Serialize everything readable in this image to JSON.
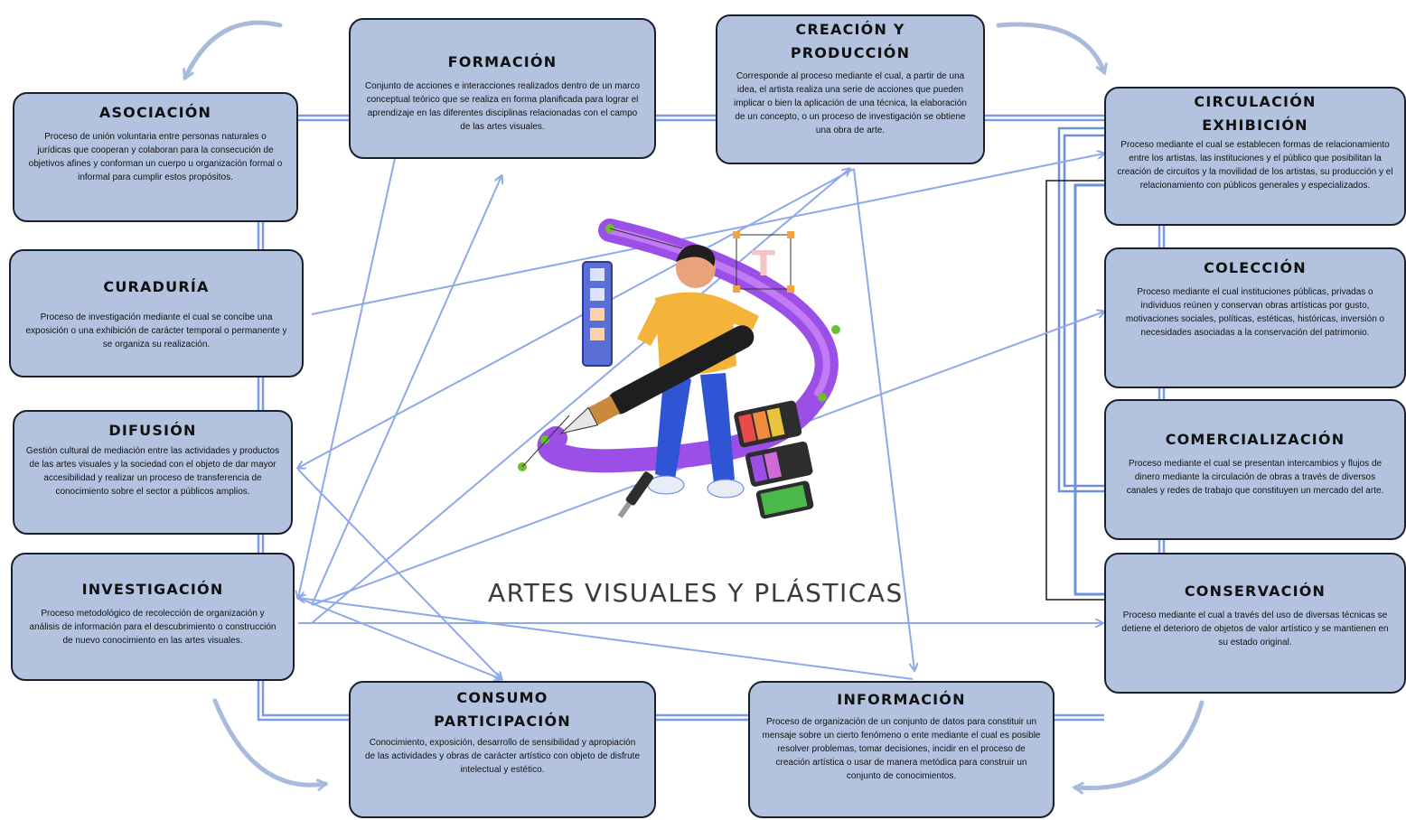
{
  "diagram": {
    "title": "ARTES VISUALES Y PLÁSTICAS",
    "colors": {
      "box_fill": "#b3c3df",
      "box_border": "#1a1f2e",
      "connector": "#7c9be6",
      "arrow": "#8ea9e8",
      "cycle_arrow": "#a9bbdc"
    },
    "illustration": "artist-with-giant-pen-illustration",
    "boxes": {
      "asociacion": {
        "title": "ASOCIACIÓN",
        "text": "Proceso de unión voluntaria entre personas naturales o jurídicas que cooperan y colaboran para la consecución de objetivos afines y conforman un cuerpo u organización formal o informal para cumplir estos propósitos."
      },
      "formacion": {
        "title": "FORMACIÓN",
        "text": "Conjunto de acciones e interacciones realizados dentro de un marco conceptual teórico que se realiza en forma planificada para lograr el aprendizaje en las diferentes disciplinas relacionadas con el campo de las artes visuales."
      },
      "creacion": {
        "title": "CREACIÓN Y PRODUCCIÓN",
        "text": "Corresponde al proceso mediante el cual, a partir de una idea, el artista realiza una serie de acciones que pueden implicar o bien la aplicación de una técnica, la elaboración de un concepto, o un proceso de investigación se obtiene una obra de arte."
      },
      "circulacion": {
        "title": "CIRCULACIÓN EXHIBICIÓN",
        "text": "Proceso mediante el cual se establecen formas de relacionamiento entre los artistas, las instituciones y el público que posibilitan la creación de circuitos y la movilidad de los artistas, su producción y el relacionamiento con públicos generales y especializados."
      },
      "curaduria": {
        "title": "CURADURÍA",
        "text": "Proceso de investigación mediante el cual se concibe una exposición o una exhibición de carácter temporal o permanente y se organiza su realización."
      },
      "coleccion": {
        "title": "COLECCIÓN",
        "text": "Proceso mediante el cual instituciones públicas, privadas o individuos reúnen y conservan obras artísticas por gusto, motivaciones sociales, políticas, estéticas, históricas, inversión o necesidades asociadas a la conservación del patrimonio."
      },
      "difusion": {
        "title": "DIFUSIÓN",
        "text": "Gestión cultural de mediación entre las actividades y productos de las artes visuales y la sociedad con el objeto de dar mayor accesibilidad y realizar un proceso de transferencia de conocimiento sobre el sector a públicos amplios."
      },
      "comercializacion": {
        "title": "COMERCIALIZACIÓN",
        "text": "Proceso mediante el cual se presentan intercambios y flujos de dinero mediante la circulación de obras a través de diversos canales y redes de trabajo que constituyen un mercado del arte."
      },
      "investigacion": {
        "title": "INVESTIGACIÓN",
        "text": "Proceso metodológico de recolección de organización y análisis de información para el descubrimiento o construcción de nuevo conocimiento en las artes visuales."
      },
      "conservacion": {
        "title": "CONSERVACIÓN",
        "text": "Proceso mediante el cual a través del uso de diversas técnicas se detiene el deterioro de objetos de valor artístico y se mantienen en su estado original."
      },
      "consumo": {
        "title": "CONSUMO PARTICIPACIÓN",
        "text": "Conocimiento, exposición, desarrollo de sensibilidad y apropiación de las actividades y obras de carácter artístico con objeto de disfrute intelectual y estético."
      },
      "informacion": {
        "title": "INFORMACIÓN",
        "text": "Proceso de organización de un conjunto de datos para constituir un mensaje sobre un cierto fenómeno o ente mediante el cual es posible resolver problemas, tomar decisiones, incidir en el proceso de creación artística o usar de manera metódica para construir un conjunto de conocimientos."
      }
    }
  }
}
